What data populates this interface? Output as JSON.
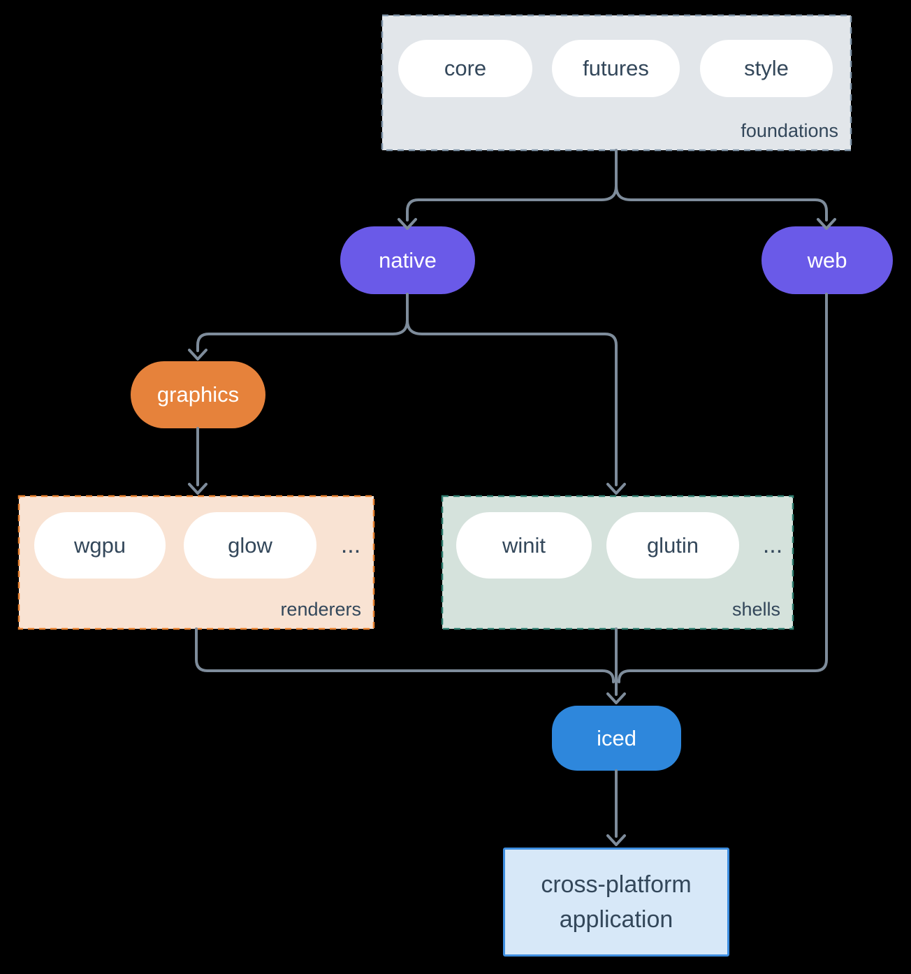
{
  "diagram": {
    "background": "#000000",
    "connector_color": "#7E8C9B",
    "text_color": "#33475A",
    "groups": {
      "foundations": {
        "label": "foundations",
        "fill": "#E2E6EA",
        "border_color": "#7E93A7",
        "pills": [
          "core",
          "futures",
          "style"
        ]
      },
      "renderers": {
        "label": "renderers",
        "fill": "#F9E3D3",
        "border_color": "#E8812F",
        "pills": [
          "wgpu",
          "glow"
        ],
        "ellipsis": "..."
      },
      "shells": {
        "label": "shells",
        "fill": "#D5E2DC",
        "border_color": "#2F7D6F",
        "pills": [
          "winit",
          "glutin"
        ],
        "ellipsis": "..."
      }
    },
    "nodes": {
      "native": {
        "label": "native",
        "fill": "#6A5AE8"
      },
      "web": {
        "label": "web",
        "fill": "#6A5AE8"
      },
      "graphics": {
        "label": "graphics",
        "fill": "#E6823B"
      },
      "iced": {
        "label": "iced",
        "fill": "#2E87DC"
      },
      "application": {
        "label_line1": "cross-platform",
        "label_line2": "application",
        "fill": "#D7E8F8",
        "border_color": "#3E8EE0"
      }
    }
  }
}
